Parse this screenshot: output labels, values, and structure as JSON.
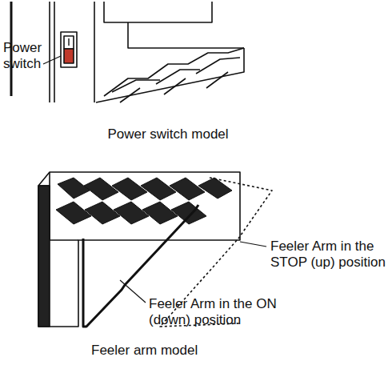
{
  "diagram": {
    "labels": [
      "Power switch",
      "Power switch model",
      "Feeler Arm in the STOP (up) position",
      "Feeler Arm in the ON (down) position",
      "Feeler arm model"
    ]
  }
}
